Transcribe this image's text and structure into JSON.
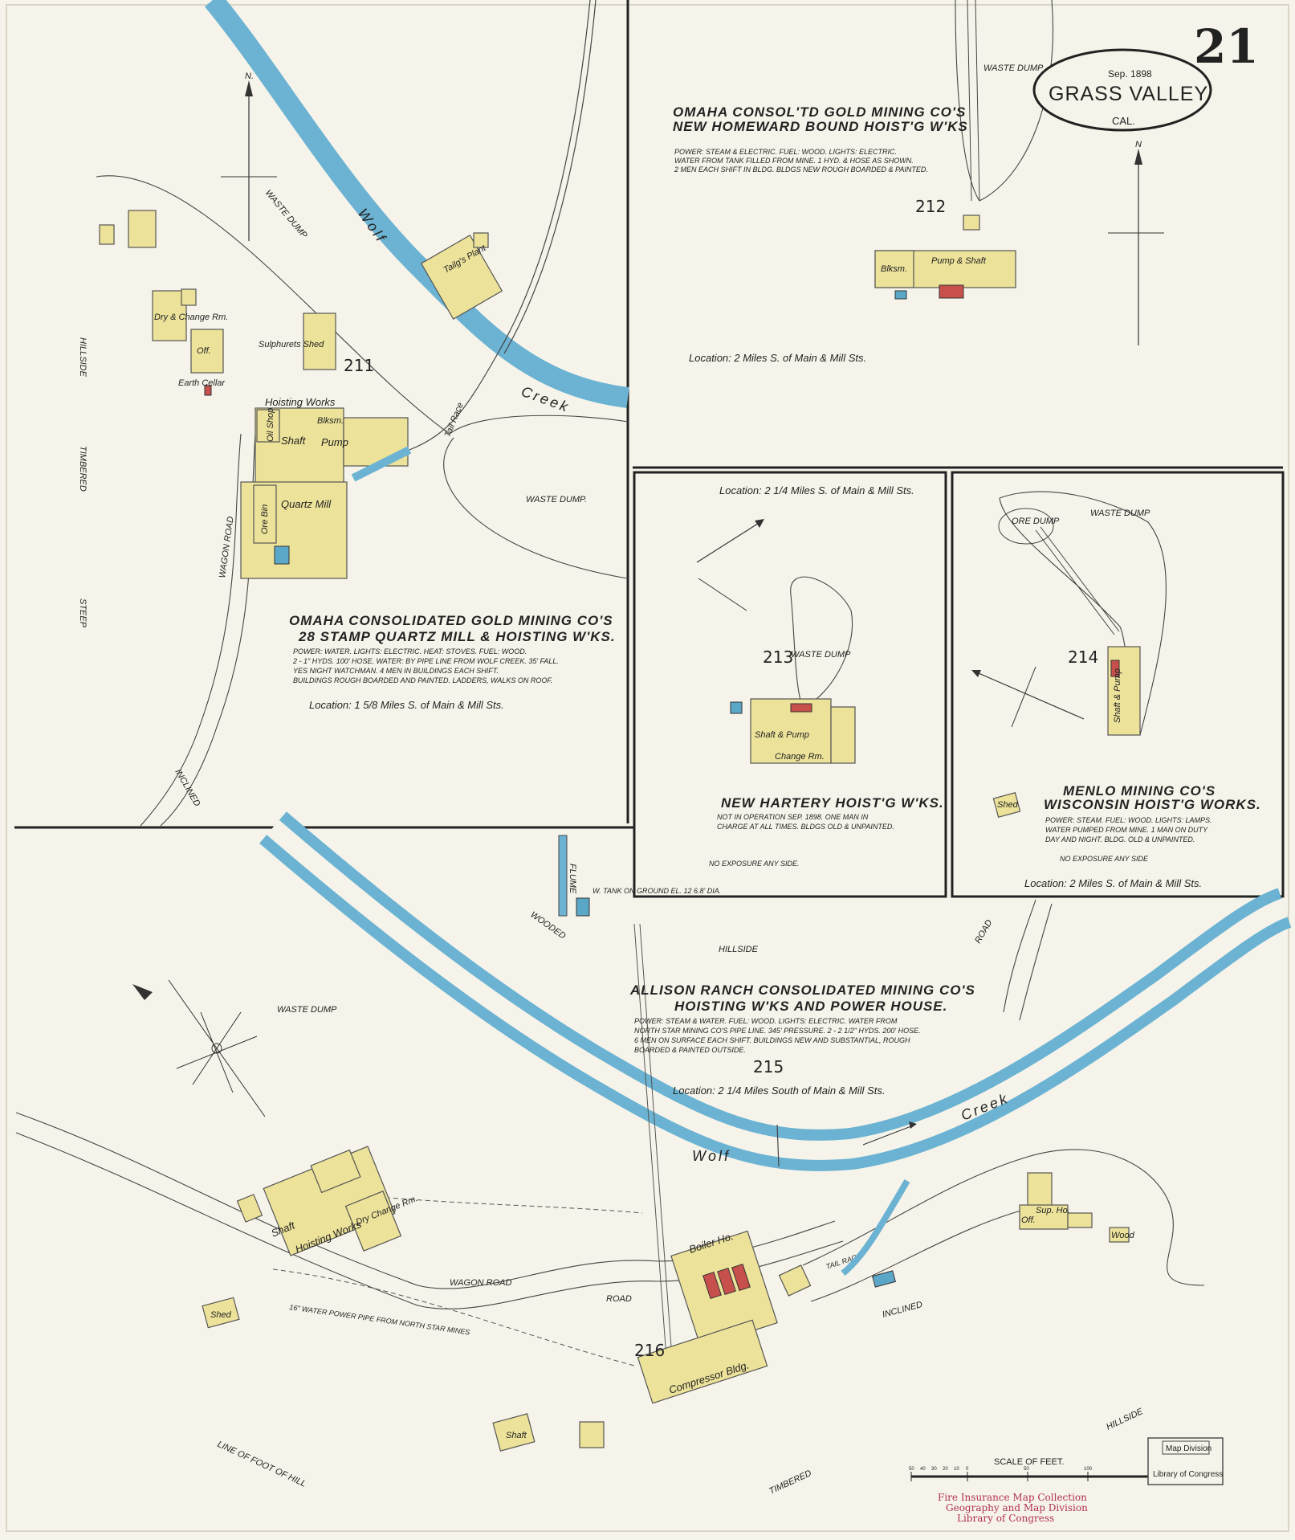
{
  "sheet": {
    "page_number": "21",
    "date": "Sep. 1898",
    "city": "GRASS VALLEY",
    "state": "CAL.",
    "scale_label": "SCALE OF FEET.",
    "scale_ticks": [
      "50",
      "40",
      "30",
      "20",
      "10",
      "0",
      "50",
      "100"
    ],
    "map_division_stamp": [
      "Map Division",
      "Library of Congress"
    ],
    "collection_stamp": [
      "Fire Insurance Map Collection",
      "Geography and Map Division",
      "Library of Congress"
    ],
    "colors": {
      "water": "#6cb3d3",
      "frame_dwelling": "#ece29a",
      "boiler": "#c8504c",
      "tank": "#5aa7c8",
      "paper": "#f6f4ea"
    }
  },
  "panel_211": {
    "number": "211",
    "title_line1": "OMAHA CONSOLIDATED GOLD MINING CO'S",
    "title_line2": "28 STAMP QUARTZ MILL & HOISTING W'KS.",
    "desc": [
      "POWER: WATER.  LIGHTS: ELECTRIC.  HEAT: STOVES.  FUEL: WOOD.",
      "2 - 1\" HYDS. 100' HOSE.  WATER: BY PIPE LINE FROM WOLF CREEK. 35' FALL.",
      "YES NIGHT WATCHMAN.  4 MEN IN BUILDINGS EACH SHIFT.",
      "BUILDINGS ROUGH BOARDED AND PAINTED.  LADDERS, WALKS ON ROOF."
    ],
    "location": "Location: 1 5/8 Miles S. of Main & Mill Sts.",
    "labels": {
      "waste_dump": "WASTE DUMP",
      "waste_dump_2": "WASTE DUMP.",
      "creek_wolf": "Wolf",
      "creek": "Creek",
      "tail_race": "Tail Race",
      "hillside": "HILLSIDE",
      "timbered": "TIMBERED",
      "steep": "STEEP",
      "wagon_road": "WAGON ROAD",
      "inclined": "INCLINED",
      "hoisting_works": "Hoisting Works",
      "shaft": "Shaft",
      "pump": "Pump",
      "blksm": "Blksm.",
      "quartz_mill": "Quartz Mill",
      "ore_bin": "Ore Bin",
      "oil_shop": "Oil Shop",
      "sulphurets_shed": "Sulphurets Shed",
      "tailings_plant": "Tailg's Plant",
      "dry_change_rm": "Dry & Change Rm.",
      "off": "Off.",
      "earth_cellar": "Earth Cellar",
      "north": "N."
    }
  },
  "panel_212": {
    "number": "212",
    "title_line1": "OMAHA CONSOL'TD GOLD MINING CO'S",
    "title_line2": "NEW HOMEWARD BOUND HOIST'G W'KS",
    "desc": [
      "POWER: STEAM & ELECTRIC.  FUEL: WOOD.  LIGHTS: ELECTRIC.",
      "WATER FROM TANK FILLED FROM MINE. 1 HYD. & HOSE AS SHOWN.",
      "2 MEN EACH SHIFT IN BLDG.  BLDGS NEW ROUGH BOARDED & PAINTED."
    ],
    "location": "Location: 2 Miles S. of Main & Mill Sts.",
    "labels": {
      "waste_dump": "WASTE DUMP",
      "blksm": "Blksm.",
      "pump_shaft": "Pump & Shaft",
      "north": "N"
    }
  },
  "panel_213": {
    "number": "213",
    "title": "NEW HARTERY HOIST'G W'KS.",
    "desc": [
      "NOT IN OPERATION SEP. 1898.  ONE MAN IN",
      "CHARGE AT ALL TIMES.  BLDGS OLD & UNPAINTED."
    ],
    "exposure": "NO EXPOSURE ANY SIDE.",
    "location": "Location: 2 1/4 Miles S. of Main & Mill Sts.",
    "labels": {
      "waste_dump": "WASTE DUMP",
      "shaft_pump": "Shaft & Pump",
      "change_rm": "Change Rm."
    }
  },
  "panel_214": {
    "number": "214",
    "title_line1": "MENLO MINING CO'S",
    "title_line2": "WISCONSIN HOIST'G WORKS.",
    "desc": [
      "POWER: STEAM.  FUEL: WOOD.  LIGHTS: LAMPS.",
      "WATER PUMPED FROM MINE.  1 MAN ON DUTY",
      "DAY AND NIGHT.  BLDG. OLD & UNPAINTED."
    ],
    "exposure": "NO EXPOSURE ANY SIDE",
    "location": "Location: 2 Miles S. of Main & Mill Sts.",
    "labels": {
      "waste_dump": "WASTE DUMP",
      "ore_dump": "ORE DUMP",
      "shaft_pump": "Shaft & Pump",
      "shed": "Shed"
    }
  },
  "panel_215": {
    "number_215": "215",
    "number_216": "216",
    "title_line1": "ALLISON RANCH CONSOLIDATED MINING CO'S",
    "title_line2": "HOISTING W'KS AND POWER HOUSE.",
    "desc": [
      "POWER: STEAM & WATER.  FUEL: WOOD.  LIGHTS: ELECTRIC.  WATER FROM",
      "NORTH STAR MINING CO'S PIPE LINE. 345' PRESSURE.  2 - 2 1/2\" HYDS. 200' HOSE.",
      "6 MEN ON SURFACE EACH SHIFT.  BUILDINGS NEW AND SUBSTANTIAL, ROUGH",
      "BOARDED & PAINTED OUTSIDE."
    ],
    "location": "Location: 2 1/4 Miles South of Main & Mill Sts.",
    "labels": {
      "wooded": "WOODED",
      "hillside": "HILLSIDE",
      "hillside_2": "HILLSIDE",
      "waste_dump": "WASTE DUMP",
      "creek_wolf": "Wolf",
      "creek": "Creek",
      "road": "ROAD",
      "road_2": "ROAD",
      "wagon_road": "WAGON ROAD",
      "inclined": "INCLINED",
      "timbered": "TIMBERED",
      "line_of_foot_of_hill": "LINE OF FOOT OF HILL",
      "hoisting_works": "Hoisting Works",
      "shaft": "Shaft",
      "shaft_2": "Shaft",
      "boiler_ho": "Boiler Ho.",
      "compressor_bldg": "Compressor Bldg.",
      "dry_change_rm": "Dry Change Rm.",
      "shed": "Shed",
      "off": "Off.",
      "wood": "Wood",
      "sup_ho": "Sup. Ho.",
      "pipe_label": "16\" WATER POWER PIPE FROM NORTH STAR MINES",
      "tank_label": "W. TANK ON GROUND EL. 12 6.8' DIA.",
      "flume": "FLUME",
      "tail_race": "TAIL RACE"
    }
  }
}
